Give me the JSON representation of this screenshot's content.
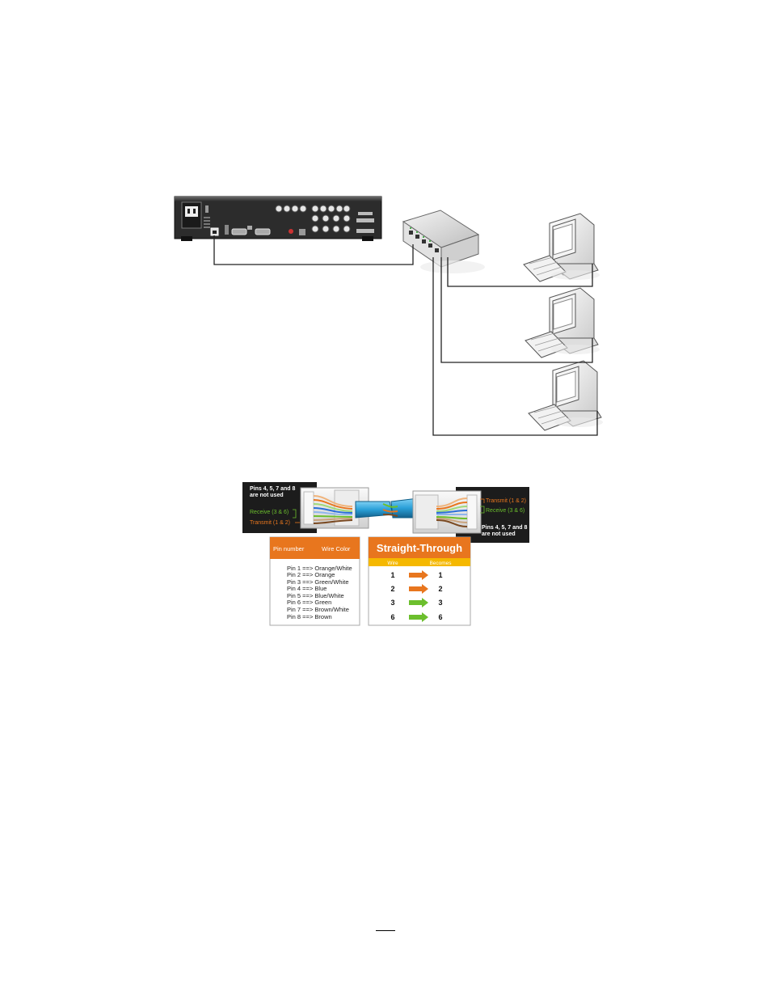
{
  "cable_pinout": {
    "left_note": [
      "Pins 4, 5, 7 and 8",
      "are not used"
    ],
    "right_note": [
      "Pins 4, 5, 7 and 8",
      "are not used"
    ],
    "receive_label": "Receive (3 & 6)",
    "transmit_label": "Transmit (1 & 2)",
    "pin_table": {
      "header_pin": "Pin number",
      "header_color": "Wire Color",
      "rows": [
        "Pin 1 ==> Orange/White",
        "Pin 2 ==> Orange",
        "Pin 3 ==> Green/White",
        "Pin 4 ==> Blue",
        "Pin 5 ==> Blue/White",
        "Pin 6 ==> Green",
        "Pin 7 ==> Brown/White",
        "Pin 8 ==> Brown"
      ]
    },
    "straight_through": {
      "title": "Straight-Through",
      "header_wire": "Wire",
      "header_becomes": "Becomes",
      "rows": [
        {
          "from": "1",
          "to": "1"
        },
        {
          "from": "2",
          "to": "2"
        },
        {
          "from": "3",
          "to": "3"
        },
        {
          "from": "6",
          "to": "6"
        }
      ]
    }
  },
  "colors": {
    "orange": "#e8761e",
    "green": "#6cbf2d",
    "blue": "#2aa0d8",
    "cable_line": "#222222",
    "dark_panel": "#1c1c1c"
  }
}
